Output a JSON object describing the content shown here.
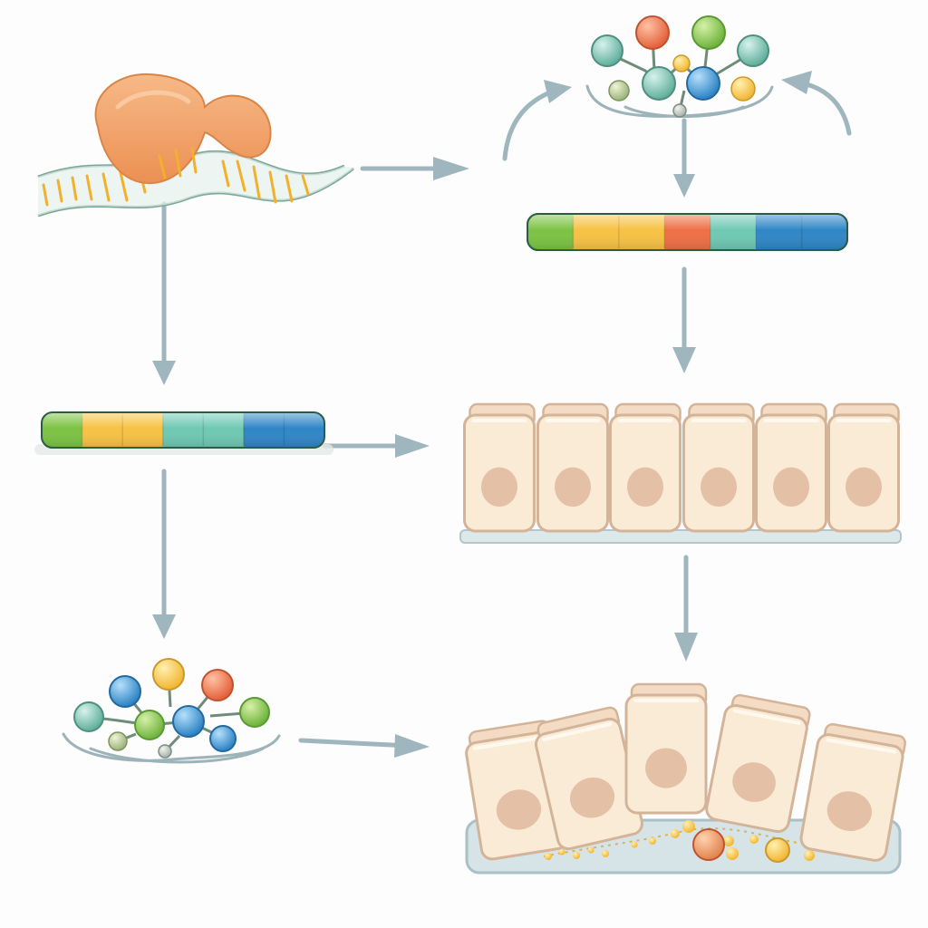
{
  "diagram": {
    "nodes": [
      {
        "id": "ribosome-on-mrna",
        "icon": "ribosome-translating-mrna"
      },
      {
        "id": "molecule-cluster-top",
        "icon": "molecule-cluster"
      },
      {
        "id": "segmented-bar-top",
        "icon": "segmented-protein-bar",
        "segment_colors": [
          "#7cc243",
          "#f7c244",
          "#f7c244",
          "#ee6f45",
          "#6fc9b3",
          "#2f86c6",
          "#2f86c6"
        ]
      },
      {
        "id": "segmented-bar-left",
        "icon": "segmented-protein-bar",
        "segment_colors": [
          "#7cc243",
          "#f7c244",
          "#f7c244",
          "#6fc9b3",
          "#6fc9b3",
          "#2f86c6",
          "#2f86c6"
        ]
      },
      {
        "id": "cell-layer-ordered",
        "icon": "epithelial-cell-layer"
      },
      {
        "id": "molecule-cluster-bottom",
        "icon": "molecule-cluster"
      },
      {
        "id": "cell-layer-disrupted",
        "icon": "disrupted-epithelial-cell-layer"
      }
    ],
    "edges": [
      {
        "from": "ribosome-on-mrna",
        "to": "molecule-cluster-top"
      },
      {
        "from": "ribosome-on-mrna",
        "to": "segmented-bar-left"
      },
      {
        "from": "molecule-cluster-top",
        "to": "segmented-bar-top"
      },
      {
        "from": "segmented-bar-top",
        "to": "cell-layer-ordered"
      },
      {
        "from": "segmented-bar-left",
        "to": "cell-layer-ordered"
      },
      {
        "from": "segmented-bar-left",
        "to": "molecule-cluster-bottom"
      },
      {
        "from": "cell-layer-ordered",
        "to": "cell-layer-disrupted"
      },
      {
        "from": "molecule-cluster-bottom",
        "to": "cell-layer-disrupted"
      }
    ],
    "colors": {
      "arrow": "#9fb6bf",
      "ribosome": "#f2a66b",
      "mrna_strand": "#8fb3a3",
      "cell_fill": "#faebd7",
      "cell_outline": "#d4b498",
      "nucleus": "#e4c0a6",
      "bead_green": "#7cc243",
      "bead_yellow": "#f7c244",
      "bead_red": "#ee6f45",
      "bead_teal": "#6fc9b3",
      "bead_blue": "#2f86c6",
      "bead_sage": "#8fc3b3"
    }
  }
}
